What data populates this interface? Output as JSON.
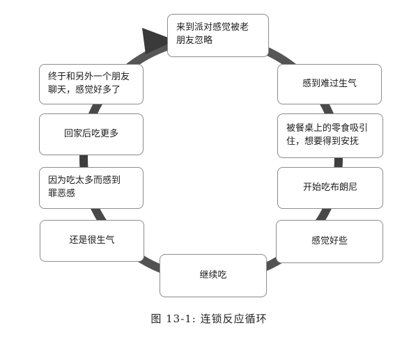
{
  "diagram": {
    "nodes": [
      "来到派对感觉被老朋友忽略",
      "感到难过生气",
      "被餐桌上的零食吸引住，想要得到安抚",
      "开始吃布朗尼",
      "感觉好些",
      "继续吃",
      "还是很生气",
      "因为吃太多而感到罪恶感",
      "回家后吃更多",
      "终于和另外一个朋友聊天，感觉好多了"
    ],
    "node_lines": {
      "n1": [
        "来到派对感觉被老",
        "朋友忽略"
      ],
      "n3": [
        "被餐桌上的零食吸引",
        "住，想要得到安抚"
      ],
      "n8": [
        "因为吃太多而感到",
        "罪恶感"
      ],
      "n10": [
        "终于和另外一个朋友",
        "聊天，感觉好多了"
      ]
    }
  },
  "caption": "图 13-1:  连锁反应循环",
  "colors": {
    "arrow": "#4a4a4a",
    "box_border": "#8f8f8f"
  }
}
